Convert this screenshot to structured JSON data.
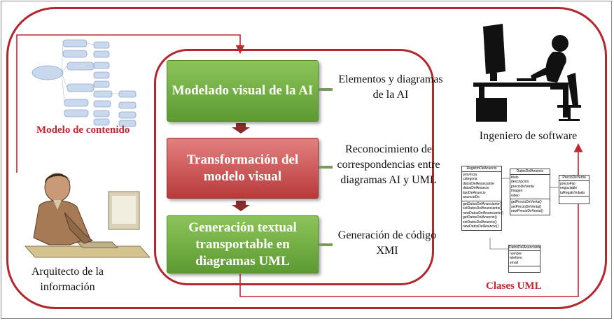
{
  "colors": {
    "accent_red": "#b3262e",
    "box_green": "#6aa63c",
    "box_red": "#c54a4a",
    "arrow_red": "#8b2b2b"
  },
  "process": {
    "step1": "Modelado visual de la AI",
    "step2": "Transformación del modelo visual",
    "step3": "Generación textual transportable en diagramas UML"
  },
  "outputs": {
    "out1": "Elementos y diagramas de la AI",
    "out2": "Reconocimiento de correspondencias entre diagramas AI y UML",
    "out3": "Generación de código XMI"
  },
  "labels": {
    "content_model": "Modelo de contenido",
    "uml_classes": "Clases UML",
    "software_engineer": "Ingeniero de software",
    "info_architect": "Arquitecto de la información"
  },
  "uml": {
    "class1": {
      "name": "RegistroDeAnuncio",
      "attrs": [
        "provincia",
        "categoria",
        "datosDelAnunciante",
        "datosDelAnuncio",
        "tipoDeAnuncio",
        "anuncioDe"
      ],
      "ops": [
        "getDatosDelAnunciante()",
        "setDatosDelAnunciante()",
        "newDatosDelAnunciante()",
        "getDatosDelAnuncio()",
        "setDatosDelAnuncio()",
        "newDatosDelAnuncio()"
      ]
    },
    "class2": {
      "name": "DatosDelAnuncio",
      "attrs": [
        "titulo",
        "descripcion",
        "precioDeVenta",
        "imagen",
        "video"
      ],
      "ops": [
        "getPrecioDeVenta()",
        "setPrecioDeVenta()",
        "newPrecioDeVenta()"
      ]
    },
    "class3": {
      "name": "PrecioDeVenta",
      "attrs": [
        "precioFijo",
        "negociable",
        "tuRegaloVolado"
      ]
    },
    "class4": {
      "name": "DatosDelAnunciante",
      "attrs": [
        "nombre",
        "telefono",
        "email"
      ]
    }
  }
}
